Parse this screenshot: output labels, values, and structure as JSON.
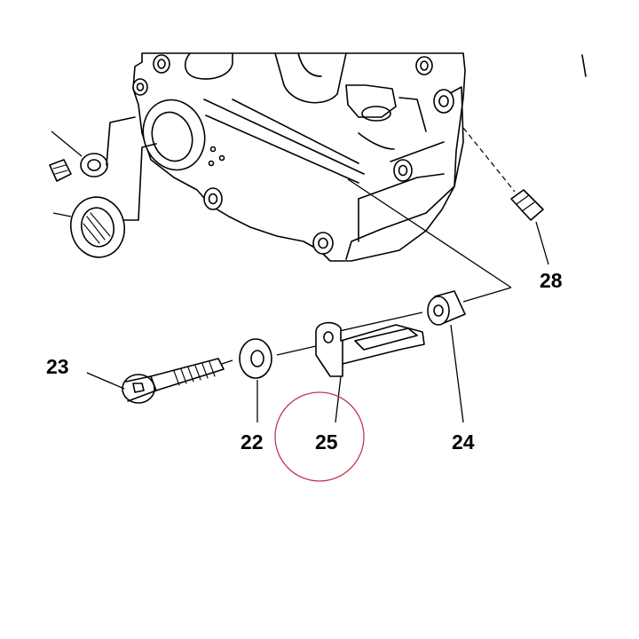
{
  "parts": {
    "p23": "23",
    "p22": "22",
    "p25": "25",
    "p24": "24",
    "p28": "28"
  },
  "highlight": {
    "target_part": "25",
    "color": "#c2384f"
  }
}
